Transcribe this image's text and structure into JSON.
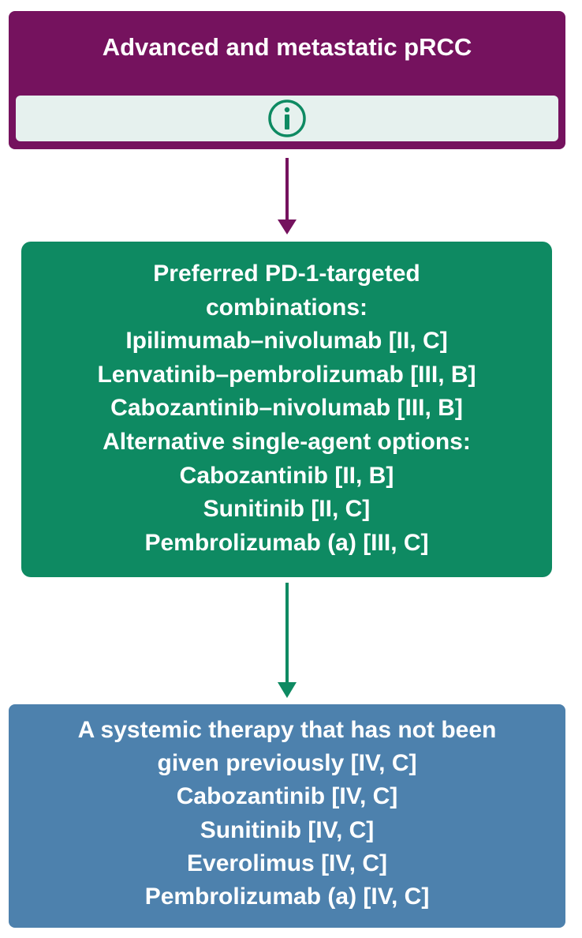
{
  "header": {
    "title": "Advanced and metastatic pRCC",
    "info_icon": "info-circle-icon"
  },
  "first_line": {
    "lines": [
      "Preferred PD-1-targeted",
      "combinations:",
      "Ipilimumab–nivolumab [II, C]",
      "Lenvatinib–pembrolizumab [III, B]",
      "Cabozantinib–nivolumab [III, B]",
      "Alternative single-agent options:",
      "Cabozantinib [II, B]",
      "Sunitinib [II, C]",
      "Pembrolizumab (a) [III, C]"
    ]
  },
  "later_line": {
    "lines": [
      "A systemic therapy that has not been",
      "given previously [IV, C]",
      "Cabozantinib [IV, C]",
      "Sunitinib [IV, C]",
      "Everolimus [IV, C]",
      "Pembrolizumab (a) [IV, C]"
    ]
  },
  "colors": {
    "header_bg": "#75125e",
    "info_bar_bg": "#e6f1ee",
    "info_icon": "#0e8a62",
    "first_line_bg": "#0e8a62",
    "later_line_bg": "#4d81ad"
  }
}
